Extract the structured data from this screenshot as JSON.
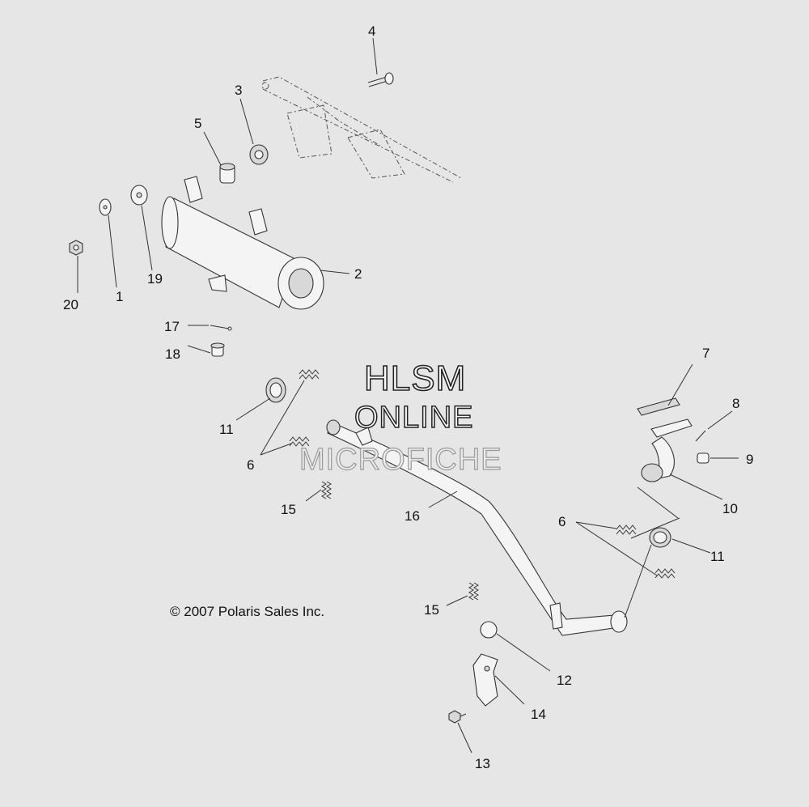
{
  "watermark": {
    "line1": "HLSM",
    "line2": "ONLINE",
    "line3": "MICROFICHE"
  },
  "copyright": "© 2007 Polaris Sales Inc.",
  "callouts": {
    "c4": "4",
    "c3": "3",
    "c5": "5",
    "c2": "2",
    "c19": "19",
    "c1": "1",
    "c20": "20",
    "c17": "17",
    "c18": "18",
    "c11a": "11",
    "c6a": "6",
    "c15a": "15",
    "c16": "16",
    "c7": "7",
    "c8": "8",
    "c9": "9",
    "c10": "10",
    "c6b": "6",
    "c11b": "11",
    "c15b": "15",
    "c12": "12",
    "c14": "14",
    "c13": "13"
  }
}
